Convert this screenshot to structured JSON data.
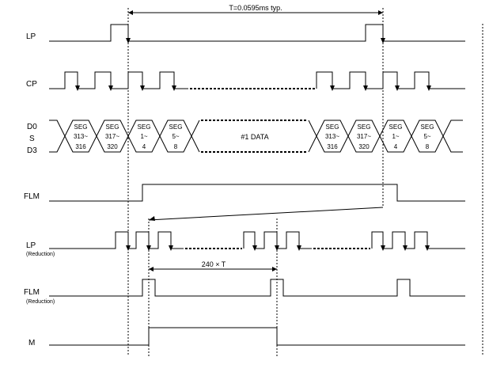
{
  "annotations": {
    "period": "T=0.0595ms typ.",
    "count": "240 × T",
    "data_block": "#1 DATA"
  },
  "signals": {
    "lp": "LP",
    "cp": "CP",
    "d_top": "D0",
    "d_mid": "S",
    "d_bottom": "D3",
    "flm": "FLM",
    "lp_red": "LP",
    "lp_red_sub": "(Reduction)",
    "flm_red": "FLM",
    "flm_red_sub": "(Reduction)",
    "m": "M"
  },
  "segments": [
    {
      "top": "SEG",
      "mid": "313~",
      "bot": "316"
    },
    {
      "top": "SEG",
      "mid": "317~",
      "bot": "320"
    },
    {
      "top": "SEG",
      "mid": "1~",
      "bot": "4"
    },
    {
      "top": "SEG",
      "mid": "5~",
      "bot": "8"
    },
    {
      "top": "SEG",
      "mid": "313~",
      "bot": "316"
    },
    {
      "top": "SEG",
      "mid": "317~",
      "bot": "320"
    },
    {
      "top": "SEG",
      "mid": "1~",
      "bot": "4"
    },
    {
      "top": "SEG",
      "mid": "5~",
      "bot": "8"
    }
  ]
}
